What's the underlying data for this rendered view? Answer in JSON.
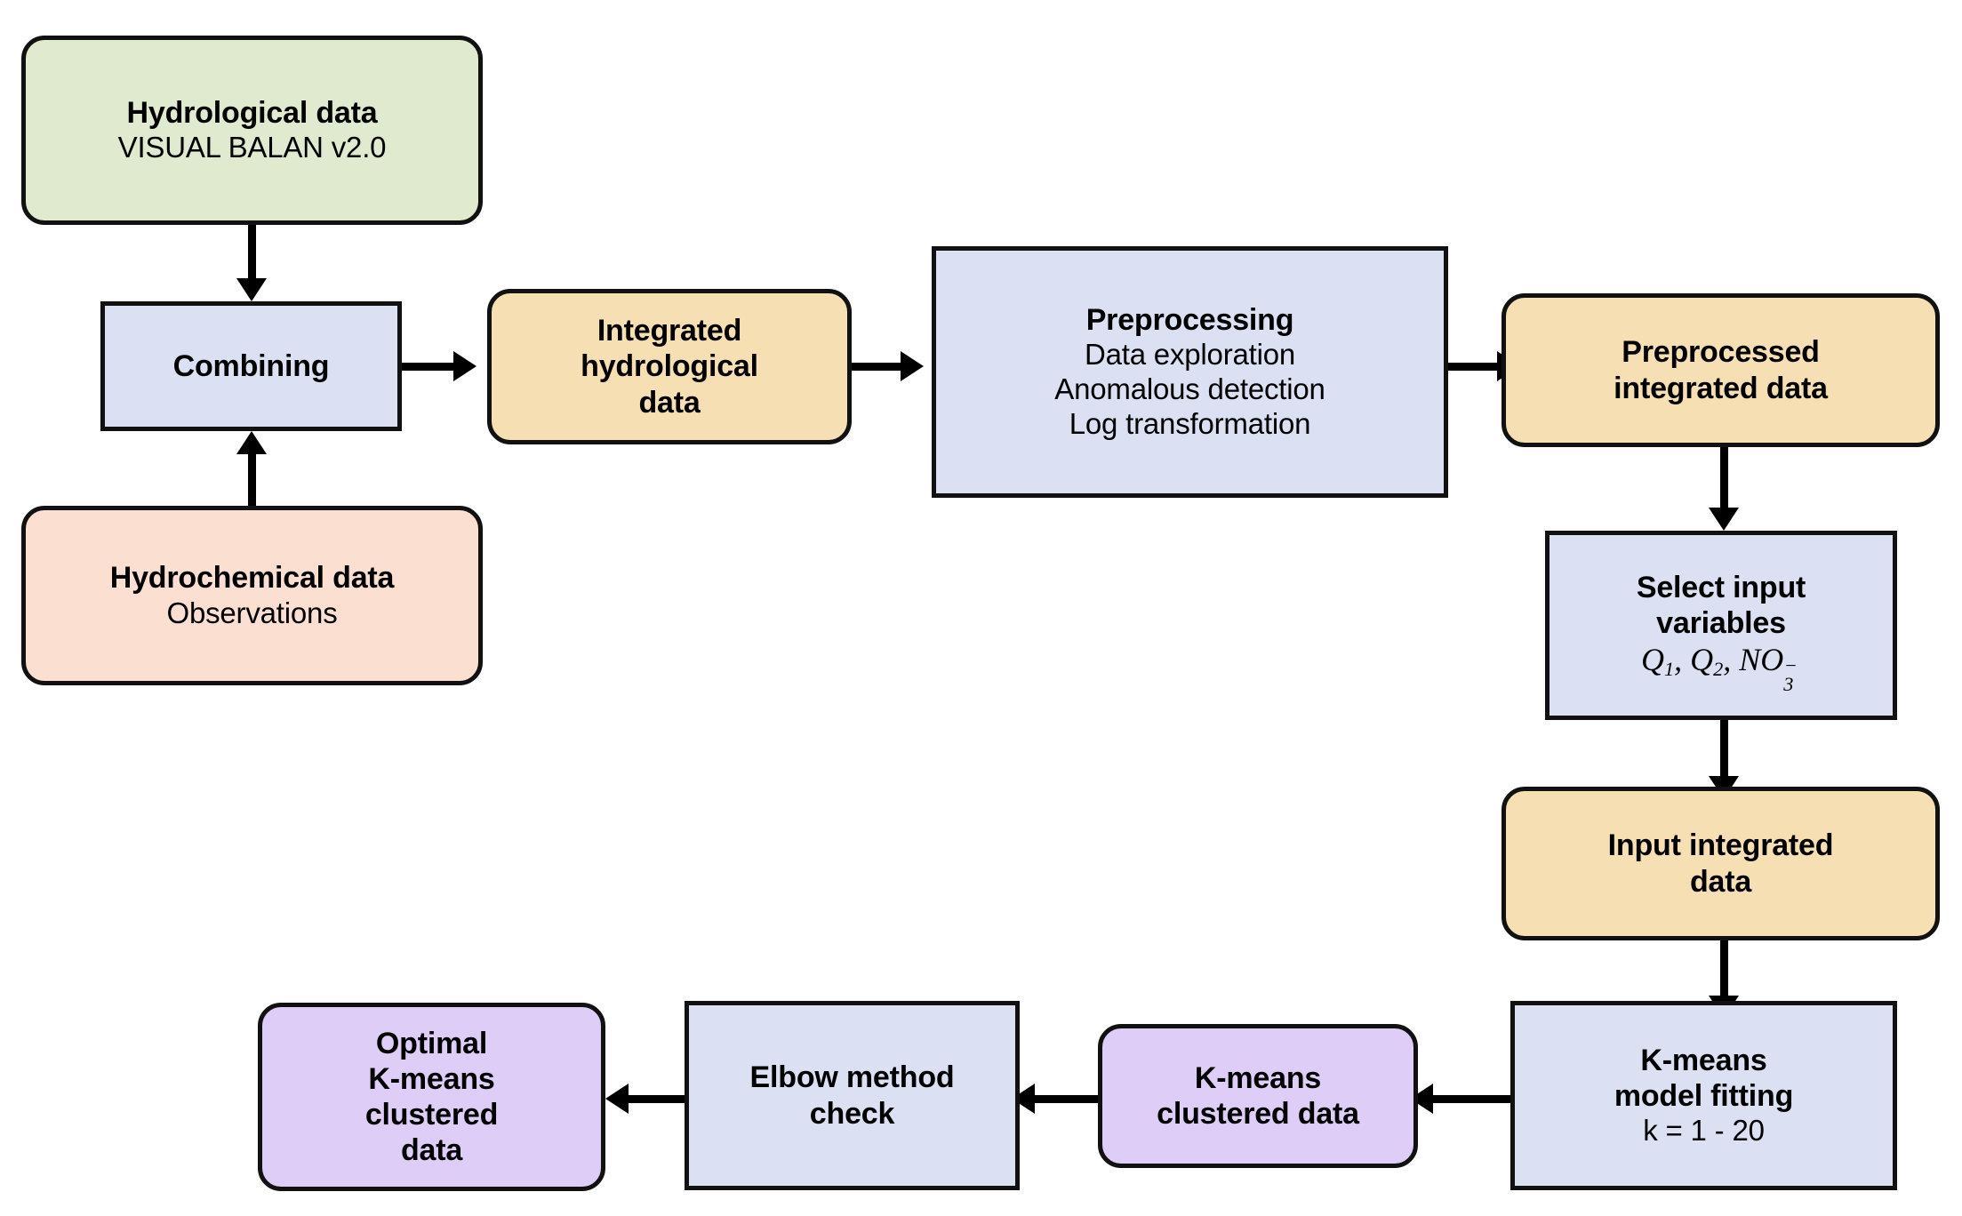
{
  "diagram": {
    "title": "Hydrological and hydrochemical data K-means clustering workflow",
    "type": "flowchart",
    "background": "#ffffff",
    "palette": {
      "green": "#dfeace",
      "blue": "#dbe0f3",
      "orange": "#f6dfb2",
      "peach": "#fbe0d2",
      "purple": "#ddcdf7",
      "stroke": "#111111",
      "text": "#000000"
    },
    "nodes": [
      {
        "id": "hydrological-data",
        "title": "Hydrological data",
        "subtitle": "VISUAL BALAN v2.0",
        "color": "green",
        "shape": "rounded"
      },
      {
        "id": "combining",
        "title": "Combining",
        "color": "blue",
        "shape": "sharp"
      },
      {
        "id": "hydrochemical-data",
        "title": "Hydrochemical data",
        "subtitle": "Observations",
        "color": "peach",
        "shape": "rounded"
      },
      {
        "id": "integrated-hydrological-data",
        "title_line1": "Integrated",
        "title_line2": "hydrological",
        "title_line3": "data",
        "color": "orange",
        "shape": "rounded"
      },
      {
        "id": "preprocessing",
        "title": "Preprocessing",
        "sub1": "Data exploration",
        "sub2": "Anomalous detection",
        "sub3": "Log transformation",
        "color": "blue",
        "shape": "sharp"
      },
      {
        "id": "preprocessed-integrated-data",
        "title_line1": "Preprocessed",
        "title_line2": "integrated data",
        "color": "orange",
        "shape": "rounded"
      },
      {
        "id": "select-input-variables",
        "title_line1": "Select input",
        "title_line2": "variables",
        "math": "Q1, Q2, NO3-",
        "math_parts": {
          "q1": "Q",
          "q1sub": "1",
          "sep1": ", ",
          "q2": "Q",
          "q2sub": "2",
          "sep2": ", ",
          "no": "NO",
          "nosub": "3",
          "nosup": "−"
        },
        "color": "blue",
        "shape": "sharp"
      },
      {
        "id": "input-integrated-data",
        "title_line1": "Input integrated",
        "title_line2": "data",
        "color": "orange",
        "shape": "rounded"
      },
      {
        "id": "kmeans-model-fitting",
        "title_line1": "K-means",
        "title_line2": "model fitting",
        "subtitle": "k = 1 - 20",
        "color": "blue",
        "shape": "sharp"
      },
      {
        "id": "kmeans-clustered-data",
        "title_line1": "K-means",
        "title_line2": "clustered data",
        "color": "purple",
        "shape": "rounded"
      },
      {
        "id": "elbow-method-check",
        "title_line1": "Elbow method",
        "title_line2": "check",
        "color": "blue",
        "shape": "sharp"
      },
      {
        "id": "optimal-kmeans-clustered-data",
        "title_line1": "Optimal",
        "title_line2": "K-means",
        "title_line3": "clustered",
        "title_line4": "data",
        "color": "purple",
        "shape": "rounded"
      }
    ],
    "edges": [
      {
        "from": "hydrological-data",
        "to": "combining",
        "direction": "down"
      },
      {
        "from": "hydrochemical-data",
        "to": "combining",
        "direction": "up"
      },
      {
        "from": "combining",
        "to": "integrated-hydrological-data",
        "direction": "right"
      },
      {
        "from": "integrated-hydrological-data",
        "to": "preprocessing",
        "direction": "right"
      },
      {
        "from": "preprocessing",
        "to": "preprocessed-integrated-data",
        "direction": "right"
      },
      {
        "from": "preprocessed-integrated-data",
        "to": "select-input-variables",
        "direction": "down"
      },
      {
        "from": "select-input-variables",
        "to": "input-integrated-data",
        "direction": "down"
      },
      {
        "from": "input-integrated-data",
        "to": "kmeans-model-fitting",
        "direction": "down"
      },
      {
        "from": "kmeans-model-fitting",
        "to": "kmeans-clustered-data",
        "direction": "left"
      },
      {
        "from": "kmeans-clustered-data",
        "to": "elbow-method-check",
        "direction": "left"
      },
      {
        "from": "elbow-method-check",
        "to": "optimal-kmeans-clustered-data",
        "direction": "left"
      }
    ]
  }
}
